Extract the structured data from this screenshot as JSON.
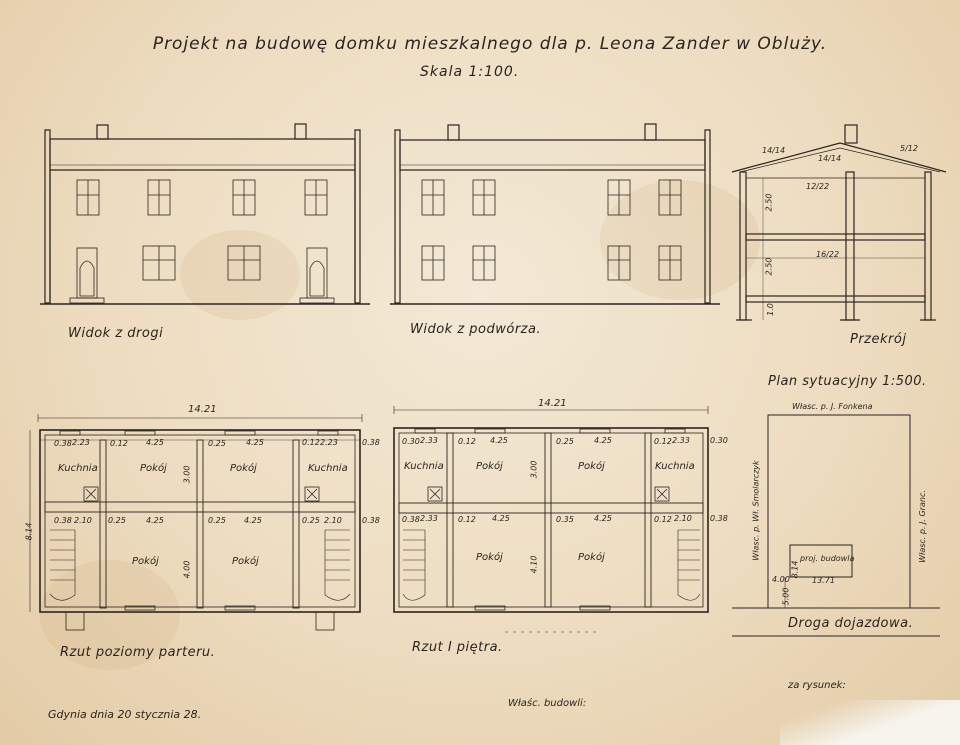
{
  "title": "Projekt na budowę domku mieszkalnego dla p. Leona Zander w Obluży.",
  "scale": "Skala 1:100.",
  "views": {
    "street": "Widok z drogi",
    "yard": "Widok z podwórza.",
    "section": "Przekrój"
  },
  "section_dims": {
    "upper": "2.50",
    "lower": "2.50",
    "base": "1.0",
    "a": "14/14",
    "b": "12/22",
    "c": "16/22",
    "d": "5/12",
    "e": "14/14"
  },
  "plans": {
    "ground": "Rzut poziomy parteru.",
    "first": "Rzut I piętra.",
    "width_total": "14.21",
    "depth_total": "8.14"
  },
  "rooms": {
    "kitchen": "Kuchnia",
    "room": "Pokój"
  },
  "dims": {
    "d223": "2.23",
    "d425": "4.25",
    "d233": "2.33",
    "d210": "2.10",
    "d012": "0.12",
    "d025": "0.25",
    "d038": "0.38",
    "d030": "0.30",
    "d035": "0.35",
    "d400": "4.00",
    "d300": "3.00",
    "d410": "4.10",
    "d038b": "0.38"
  },
  "site": {
    "title": "Plan sytuacyjny 1:500.",
    "north": "Własc. p. J. Fonkena",
    "west": "Własc. p. Wł. Smolarczyk",
    "east": "Własc. p. J. Granc.",
    "building": "proj. budowla",
    "b_w": "13.71",
    "b_d": "8.14",
    "dist": "5.00",
    "setback": "4.00",
    "road": "Droga dojazdowa."
  },
  "footer": {
    "date": "Gdynia dnia 20 stycznia 28.",
    "owner": "Właśc. budowli:",
    "signature": "za rysunek:"
  }
}
